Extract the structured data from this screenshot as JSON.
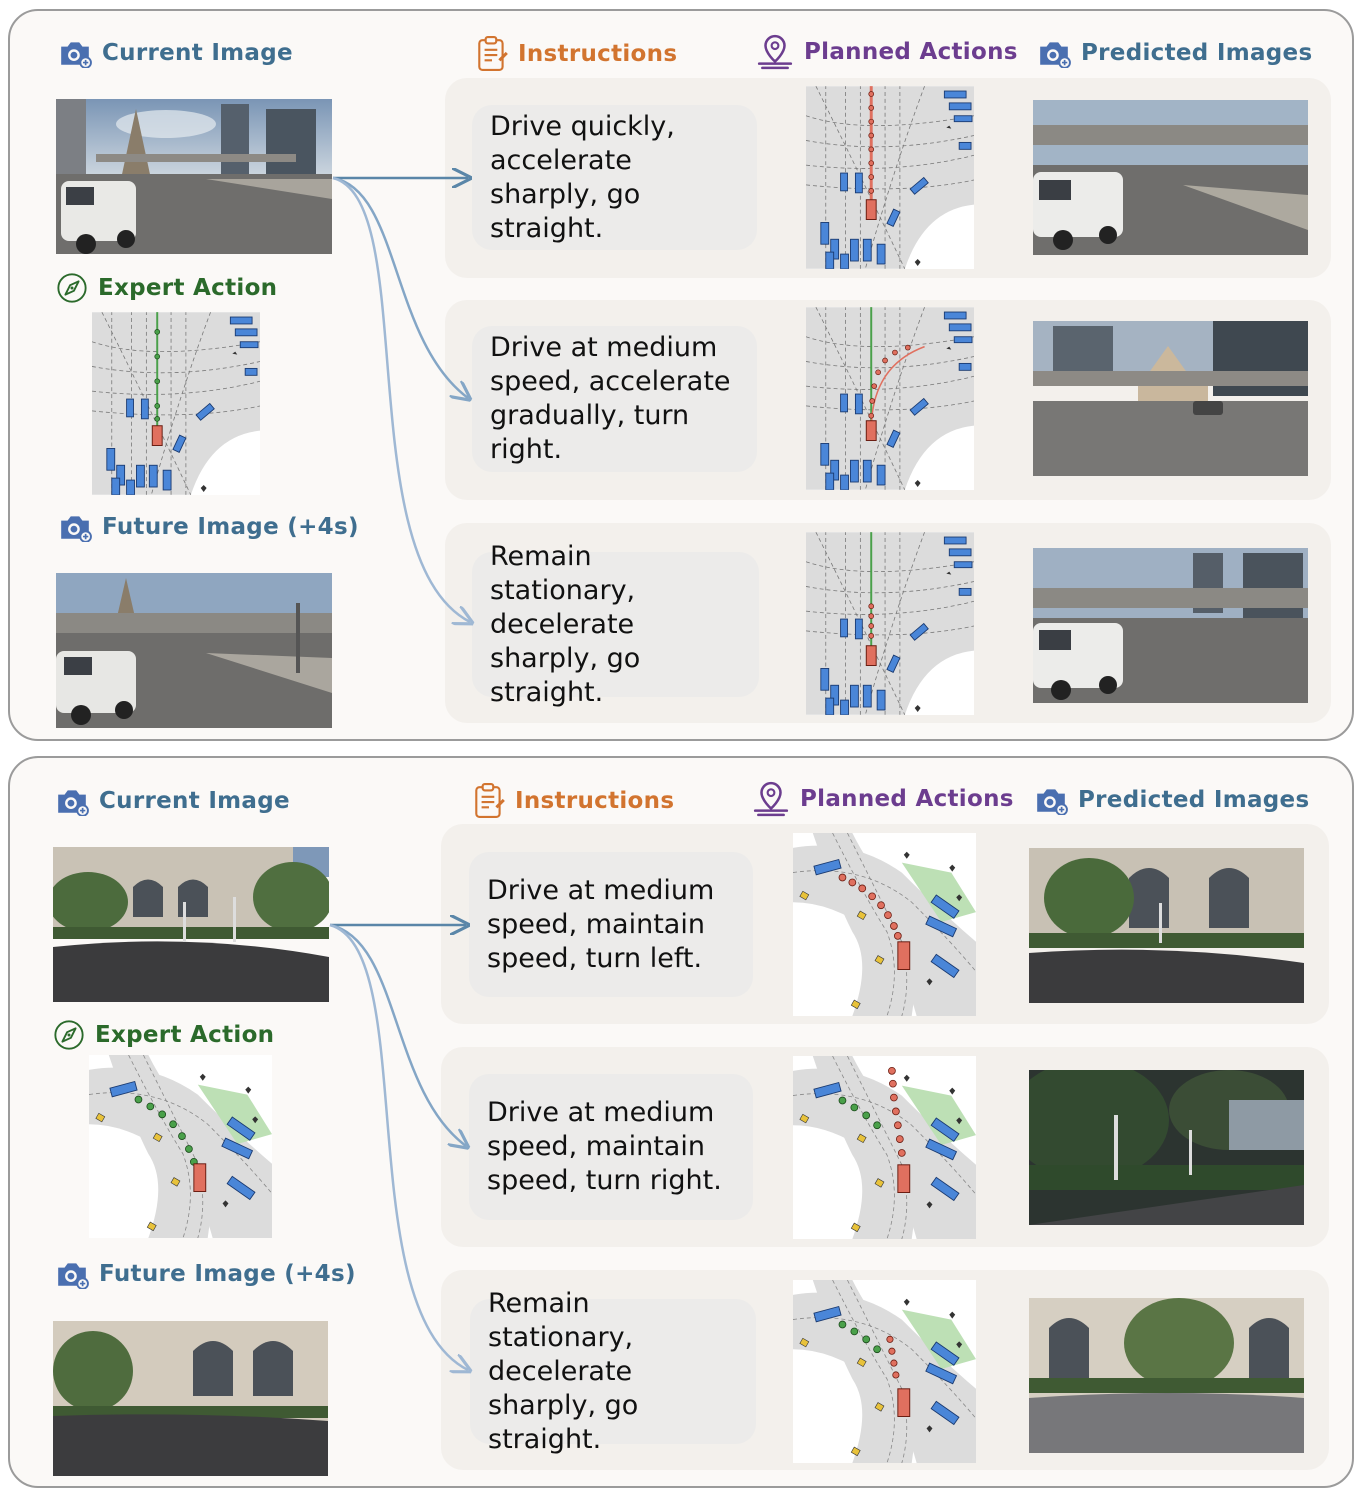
{
  "headers": {
    "current_image": "Current Image",
    "instructions": "Instructions",
    "planned_actions": "Planned Actions",
    "predicted_images": "Predicted Images",
    "expert_action": "Expert Action",
    "future_image": "Future Image (+4s)"
  },
  "panel1": {
    "instructions": [
      "Drive quickly, accelerate sharply, go straight.",
      "Drive at medium speed, accelerate gradually, turn right.",
      "Remain stationary, decelerate sharply, go straight."
    ]
  },
  "panel2": {
    "instructions": [
      "Drive at medium speed, maintain speed, turn left.",
      "Drive at medium speed, maintain speed, turn right.",
      "Remain stationary, decelerate sharply, go straight."
    ]
  },
  "colors": {
    "header_blue": "#3f6e8f",
    "header_orange": "#d2742f",
    "header_purple": "#6c3d8f",
    "header_green": "#2b6a2b",
    "ego_red": "#e0705f",
    "trajectory_green": "#4aa04a",
    "vehicle_blue": "#4a86d8",
    "arrow_dark": "#3a6f8f",
    "arrow_light": "#9fb8d4"
  },
  "icons": {
    "camera": "camera-plus-icon",
    "clipboard": "clipboard-icon",
    "location": "location-pin-icon",
    "compass": "compass-icon"
  }
}
